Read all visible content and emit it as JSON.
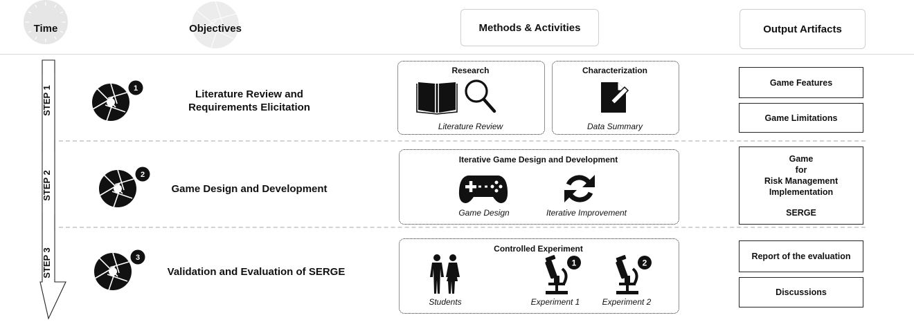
{
  "header": {
    "time": "Time",
    "objectives": "Objectives",
    "methods": "Methods & Activities",
    "outputs": "Output Artifacts"
  },
  "steps": [
    {
      "label": "STEP 1",
      "badge": "1",
      "objective_line1": "Literature Review and",
      "objective_line2": "Requirements Elicitation",
      "methods": [
        {
          "title": "Research",
          "caption": "Literature Review"
        },
        {
          "title": "Characterization",
          "caption": "Data Summary"
        }
      ],
      "outputs": [
        "Game Features",
        "Game Limitations"
      ]
    },
    {
      "label": "STEP 2",
      "badge": "2",
      "objective": "Game Design and Development",
      "method_title": "Iterative Game Design and Development",
      "captions": [
        "Game Design",
        "Iterative Improvement"
      ],
      "output": {
        "line1": "Game",
        "line2": "for",
        "line3": "Risk Management",
        "line4": "Implementation",
        "name": "SERGE"
      }
    },
    {
      "label": "STEP 3",
      "badge": "3",
      "objective": "Validation and Evaluation of SERGE",
      "method_title": "Controlled Experiment",
      "captions": [
        "Students",
        "Experiment 1",
        "Experiment 2"
      ],
      "experiment_badges": [
        "1",
        "2"
      ],
      "outputs": [
        "Report of the evaluation",
        "Discussions"
      ]
    }
  ],
  "icons": [
    "clock-icon",
    "aperture-icon",
    "book-icon",
    "magnifier-icon",
    "document-pen-icon",
    "gamepad-icon",
    "refresh-icon",
    "people-icon",
    "microscope-icon"
  ]
}
